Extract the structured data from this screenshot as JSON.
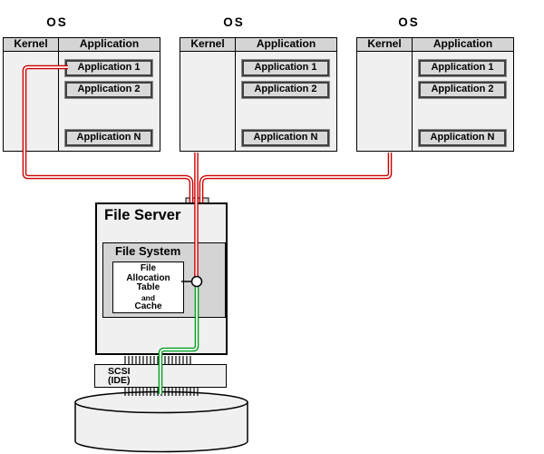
{
  "diagram": {
    "os_blocks": [
      {
        "title": "OS",
        "kernel_label": "Kernel",
        "application_label": "Application",
        "apps": [
          "Application 1",
          "Application 2",
          "Application N"
        ]
      },
      {
        "title": "OS",
        "kernel_label": "Kernel",
        "application_label": "Application",
        "apps": [
          "Application 1",
          "Application 2",
          "Application N"
        ]
      },
      {
        "title": "OS",
        "kernel_label": "Kernel",
        "application_label": "Application",
        "apps": [
          "Application 1",
          "Application 2",
          "Application N"
        ]
      }
    ],
    "file_server": {
      "title": "File Server",
      "file_system": {
        "title": "File System",
        "fat_lines": [
          "File",
          "Allocation",
          "Table",
          "and",
          "Cache"
        ]
      }
    },
    "scsi": {
      "line1": "SCSI",
      "line2": "(IDE)"
    },
    "colors": {
      "wire_red": "#cc0000",
      "wire_green": "#00a020",
      "box_fill": "#f0f0f0",
      "header_fill": "#d4d4d4",
      "file_system_fill": "#d4d4d4",
      "border": "#000000"
    }
  }
}
